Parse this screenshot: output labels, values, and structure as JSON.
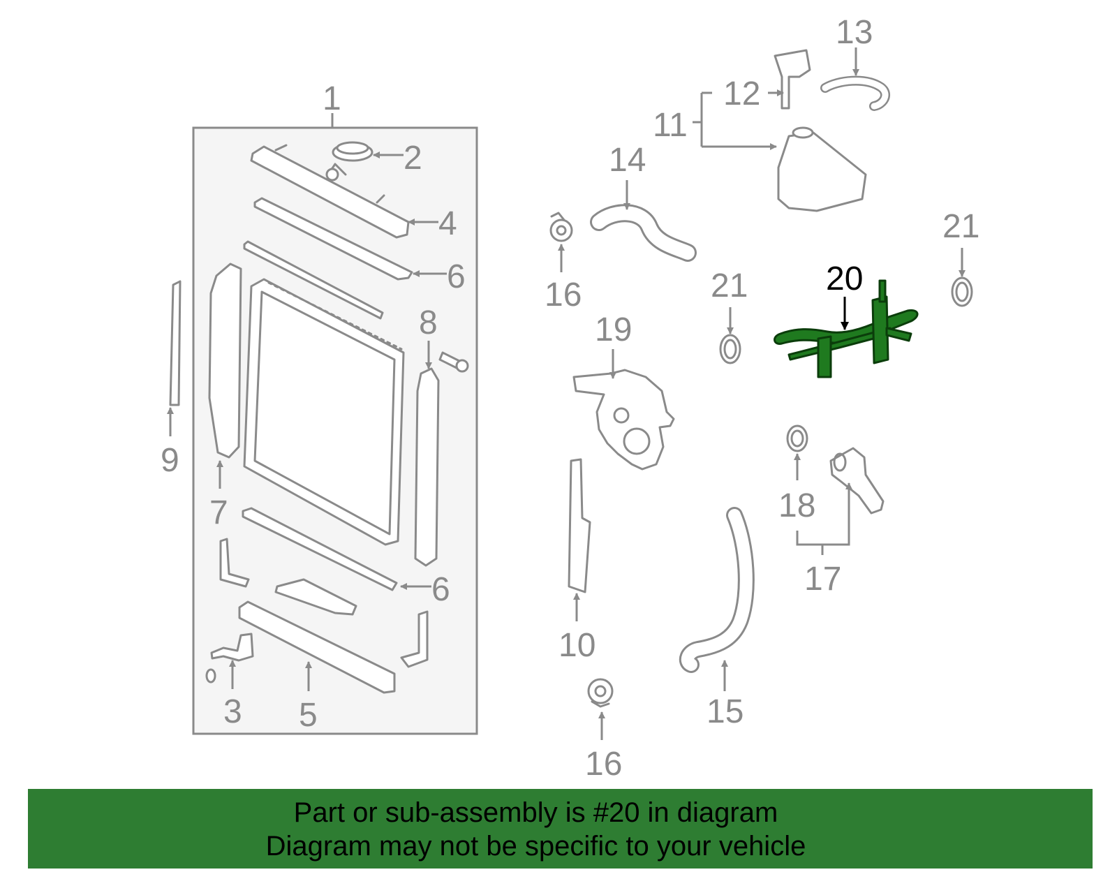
{
  "callouts": {
    "c1": "1",
    "c2": "2",
    "c3": "3",
    "c4": "4",
    "c5": "5",
    "c6a": "6",
    "c6b": "6",
    "c7": "7",
    "c8": "8",
    "c9": "9",
    "c10": "10",
    "c11": "11",
    "c12": "12",
    "c13": "13",
    "c14": "14",
    "c15": "15",
    "c16a": "16",
    "c16b": "16",
    "c17": "17",
    "c18": "18",
    "c19": "19",
    "c20": "20",
    "c21a": "21",
    "c21b": "21"
  },
  "highlight": {
    "part_number": "20",
    "color": "#1f7a1f"
  },
  "banner": {
    "line1": "Part or sub-assembly is #20 in diagram",
    "line2": "Diagram may not be specific to your vehicle",
    "background": "#2e7d32"
  }
}
